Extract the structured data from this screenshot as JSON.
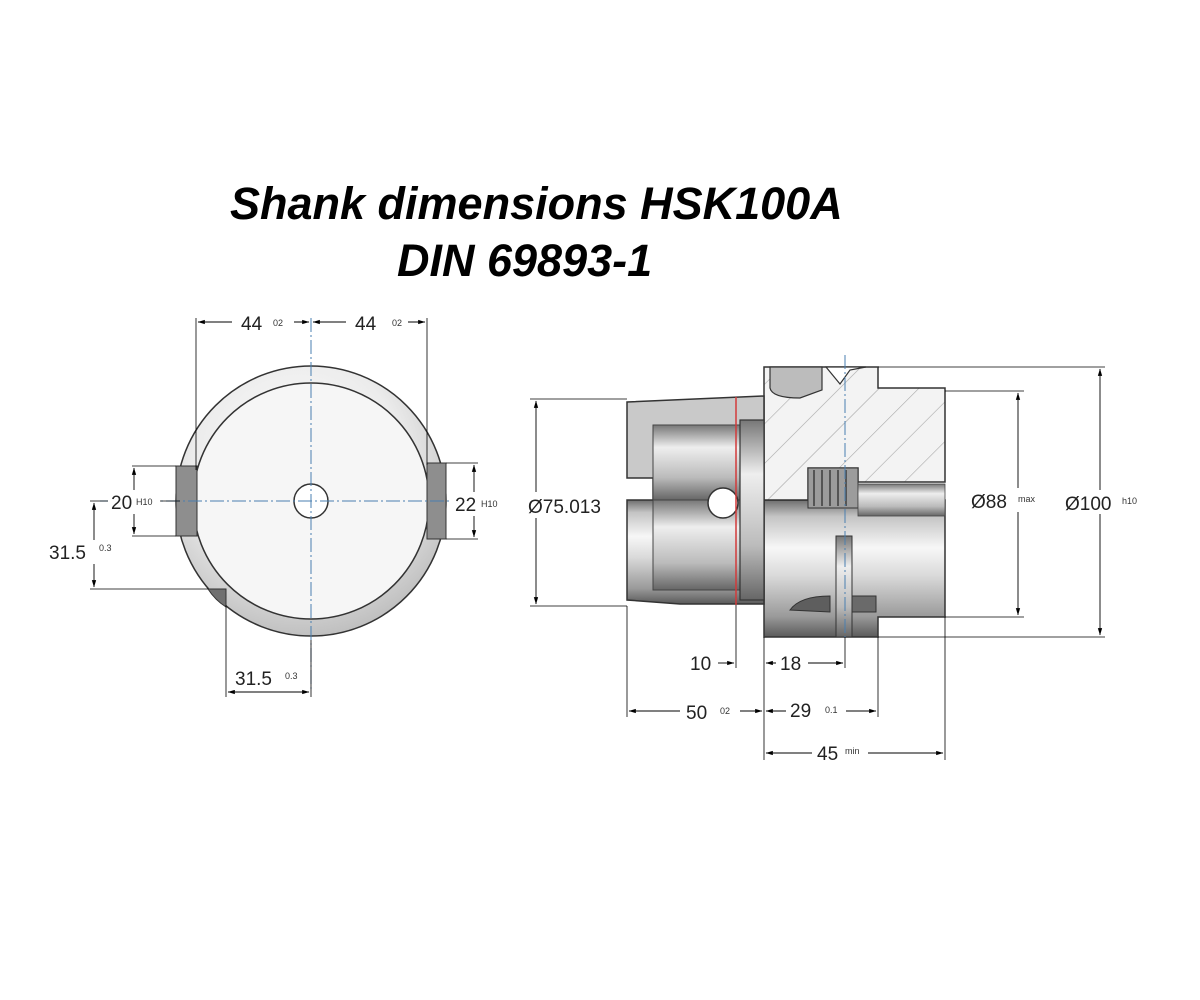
{
  "title": {
    "line1": "Shank dimensions HSK100A",
    "line2": "DIN 69893-1"
  },
  "colors": {
    "metal_light": "#f4f4f4",
    "metal_dark": "#8a8a8a",
    "centerline": "#4a7fb0",
    "hatch": "#9a9a9a",
    "cut_line": "#d23a3a",
    "dim_line": "#000000"
  },
  "front_view": {
    "top_left": {
      "value": "44",
      "tol": "02"
    },
    "top_right": {
      "value": "44",
      "tol": "02"
    },
    "slot_left": {
      "value": "20",
      "tol": "H10"
    },
    "slot_right": {
      "value": "22",
      "tol": "H10"
    },
    "left_offset": {
      "value": "31.5",
      "tol": "0.3"
    },
    "bottom_offset": {
      "value": "31.5",
      "tol": "0.3"
    }
  },
  "side_view": {
    "d_taper": {
      "value": "Ø75.013"
    },
    "d_88": {
      "value": "Ø88",
      "tol": "max"
    },
    "d_100": {
      "value": "Ø100",
      "tol": "h10"
    },
    "len_10": {
      "value": "10"
    },
    "len_18": {
      "value": "18"
    },
    "len_50": {
      "value": "50",
      "tol": "02"
    },
    "len_29": {
      "value": "29",
      "tol": "0.1"
    },
    "len_45": {
      "value": "45",
      "tol": "min"
    }
  }
}
